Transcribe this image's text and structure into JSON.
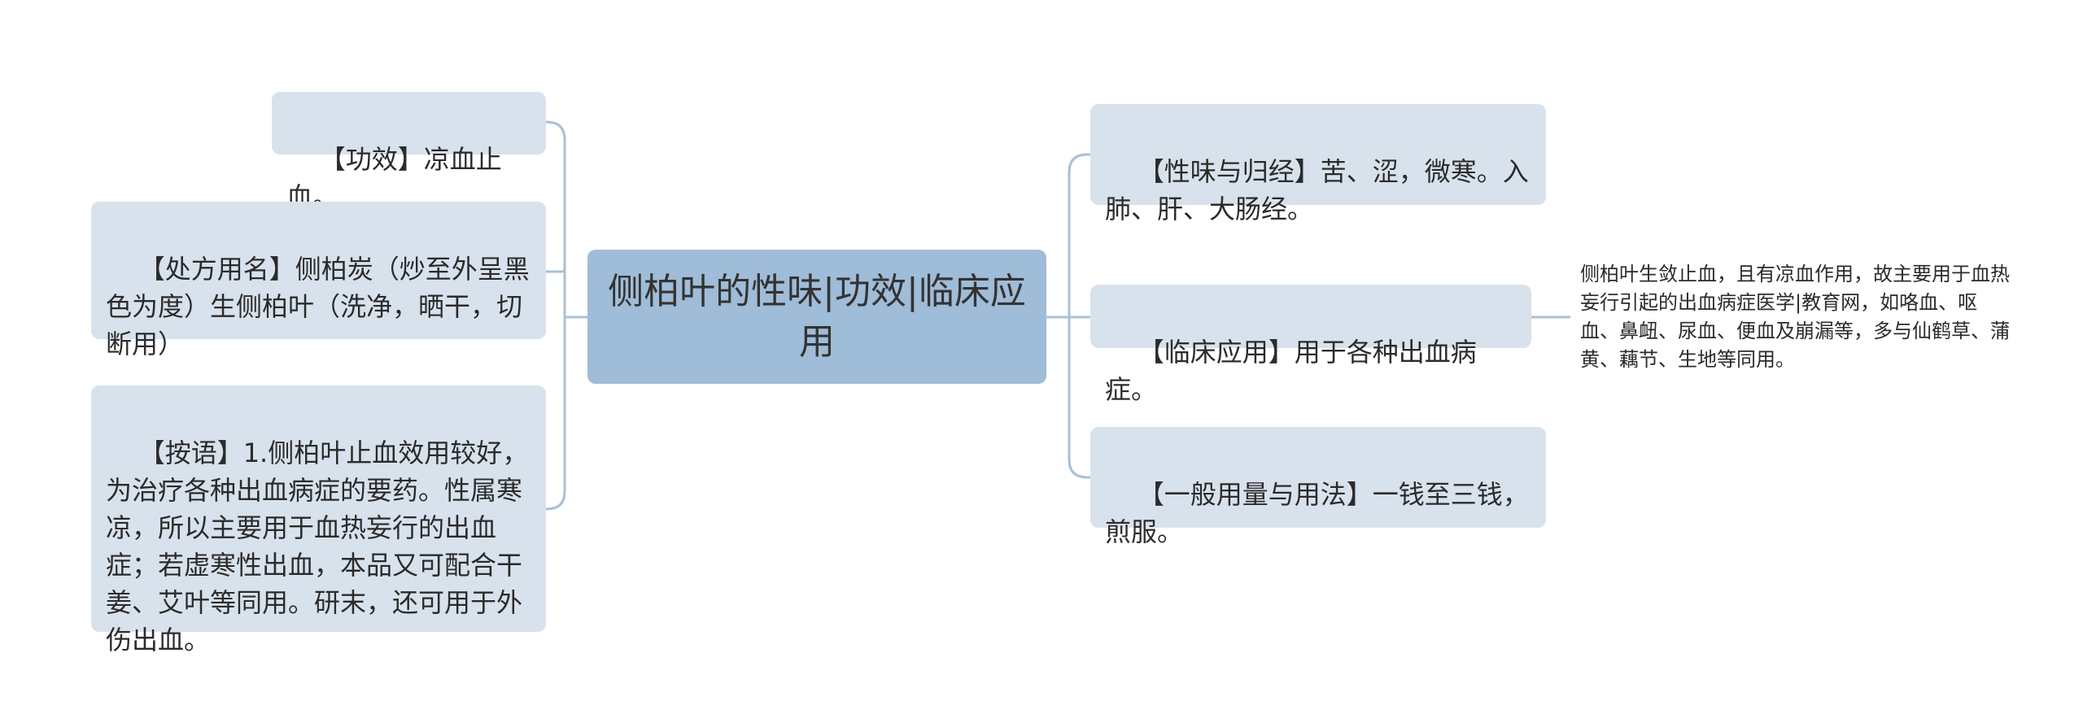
{
  "root": {
    "title": "侧柏叶的性味|功效|临床应用"
  },
  "left_nodes": [
    {
      "text": "【功效】凉血止血。"
    },
    {
      "text": "【处方用名】侧柏炭（炒至外呈黑色为度）生侧柏叶（洗净，晒干，切断用）"
    },
    {
      "text": "【按语】1.侧柏叶止血效用较好，为治疗各种出血病症的要药。性属寒凉，所以主要用于血热妄行的出血症；若虚寒性出血，本品又可配合干姜、艾叶等同用。研末，还可用于外伤出血。"
    }
  ],
  "right_nodes": [
    {
      "text": "【性味与归经】苦、涩，微寒。入肺、肝、大肠经。"
    },
    {
      "text": "【临床应用】用于各种出血病症。"
    },
    {
      "text": "【一般用量与用法】一钱至三钱，煎服。"
    }
  ],
  "detail": {
    "text": "侧柏叶生敛止血，且有凉血作用，故主要用于血热妄行引起的出血病症医学|教育网，如咯血、呕血、鼻衄、尿血、便血及崩漏等，多与仙鹤草、蒲黄、藕节、生地等同用。"
  },
  "colors": {
    "root_fill": "#9fbcd8",
    "node_fill": "#d8e2ec",
    "connector": "#a9c1d8",
    "text": "#2b2b2b"
  }
}
